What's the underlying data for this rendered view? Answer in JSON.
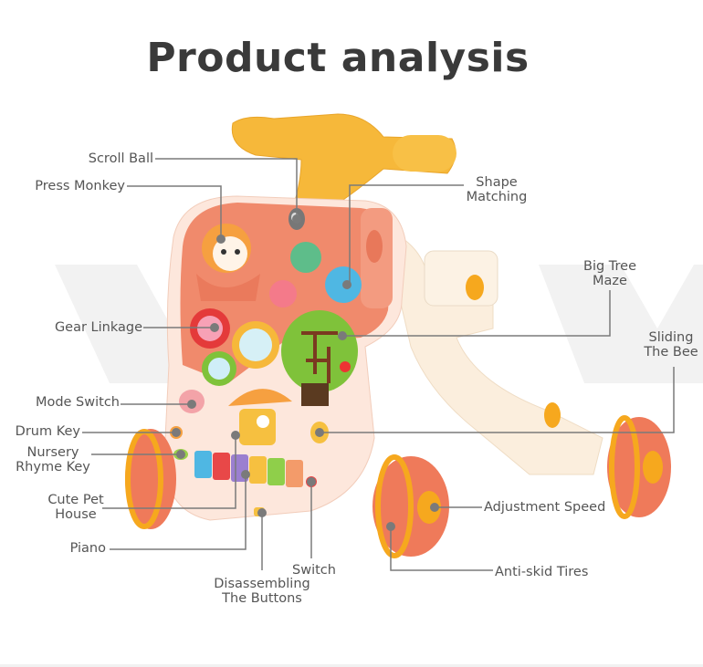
{
  "title": "Product analysis",
  "labels": {
    "scroll_ball": "Scroll Ball",
    "press_monkey": "Press Monkey",
    "shape_matching": [
      "Shape",
      "Matching"
    ],
    "big_tree_maze": [
      "Big Tree",
      "Maze"
    ],
    "gear_linkage": "Gear Linkage",
    "sliding_the_bee": [
      "Sliding",
      "The Bee"
    ],
    "mode_switch": "Mode Switch",
    "drum_key": "Drum Key",
    "nursery_rhyme_key": [
      "Nursery",
      "Rhyme Key"
    ],
    "cute_pet_house": [
      "Cute Pet",
      "House"
    ],
    "piano": "Piano",
    "switch": "Switch",
    "disassembling_the_buttons": [
      "Disassembling",
      "The Buttons"
    ],
    "adjustment_speed": "Adjustment Speed",
    "anti_skid_tires": "Anti-skid Tires"
  },
  "colors": {
    "handle": "#f6b83a",
    "body": "#f08a6c",
    "frame": "#fbeedd",
    "tire": "#ef7a5a",
    "tire_band": "#f6a81e",
    "callout": "#7a7a7a"
  }
}
